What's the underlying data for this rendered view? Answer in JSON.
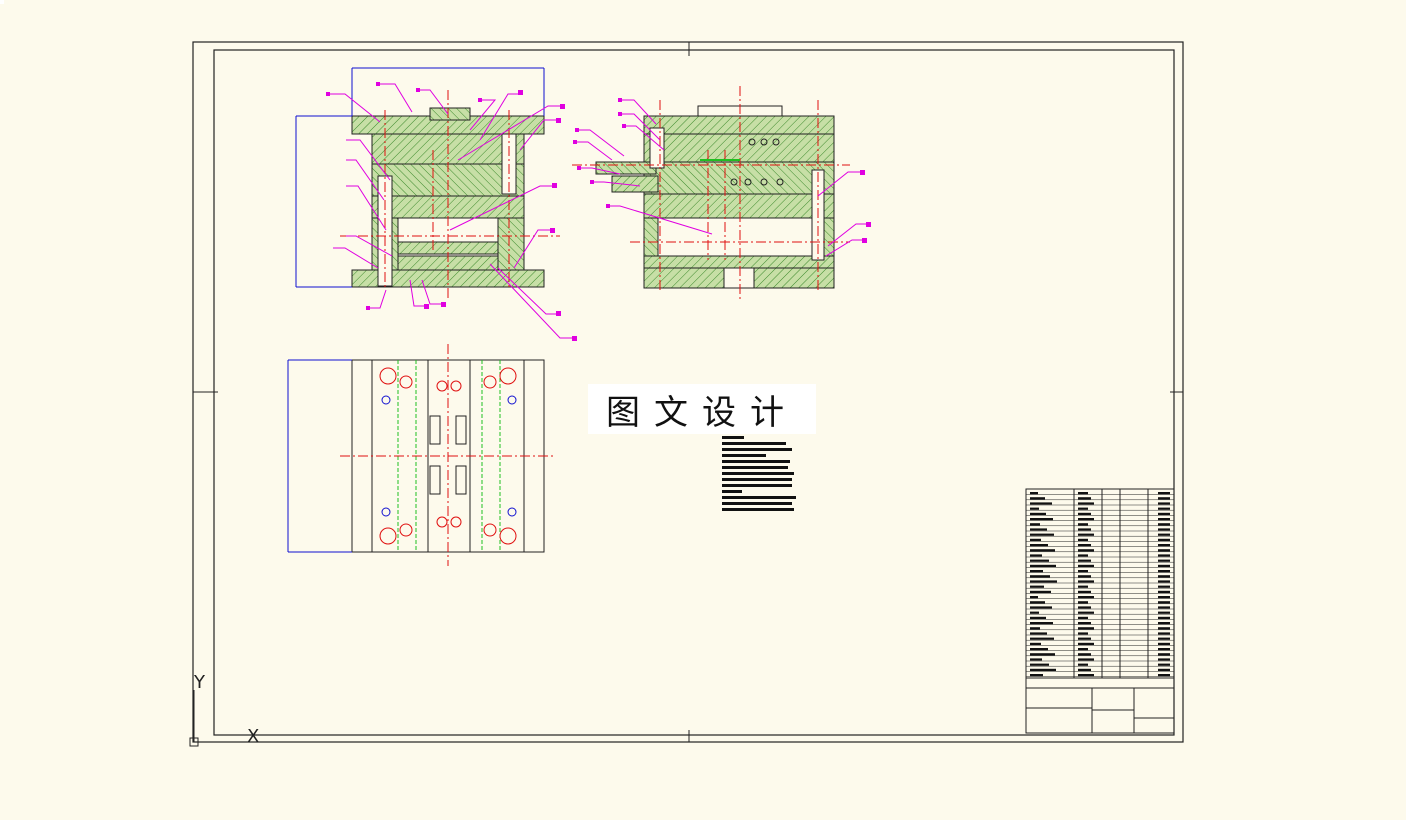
{
  "watermark": {
    "text": "图文设计"
  },
  "ucs": {
    "x_label": "X",
    "y_label": "Y"
  },
  "colors": {
    "background": "#fdfaec",
    "frame": "#222222",
    "hatch_fill": "#c7dfa6",
    "hatch_line": "#3c8a2c",
    "centerline": "#e01010",
    "leader": "#e000e0",
    "dimension": "#1010d0",
    "hidden": "#20c020"
  },
  "icons": [
    "ucs-icon"
  ]
}
